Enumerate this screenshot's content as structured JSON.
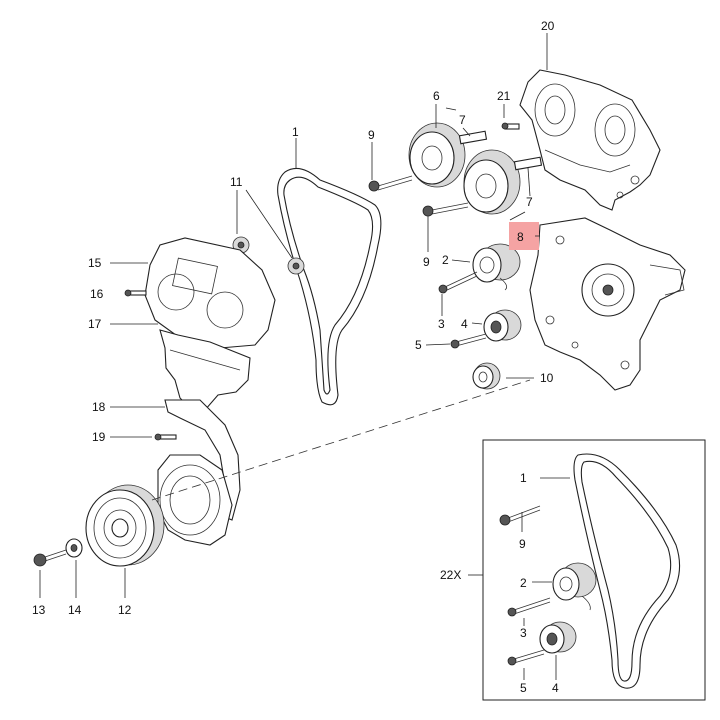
{
  "labels": {
    "p1": "1",
    "p2": "2",
    "p3": "3",
    "p4": "4",
    "p5": "5",
    "p6": "6",
    "p7a": "7",
    "p7b": "7",
    "p8": "8",
    "p9a": "9",
    "p9b": "9",
    "p10": "10",
    "p11": "11",
    "p12": "12",
    "p13": "13",
    "p14": "14",
    "p15": "15",
    "p16": "16",
    "p17": "17",
    "p18": "18",
    "p19": "19",
    "p20": "20",
    "p21": "21"
  },
  "inset": {
    "callout": "22X",
    "p1": "1",
    "p9": "9",
    "p2": "2",
    "p3": "3",
    "p4": "4",
    "p5": "5"
  },
  "highlight_color": "#f5a3a3"
}
